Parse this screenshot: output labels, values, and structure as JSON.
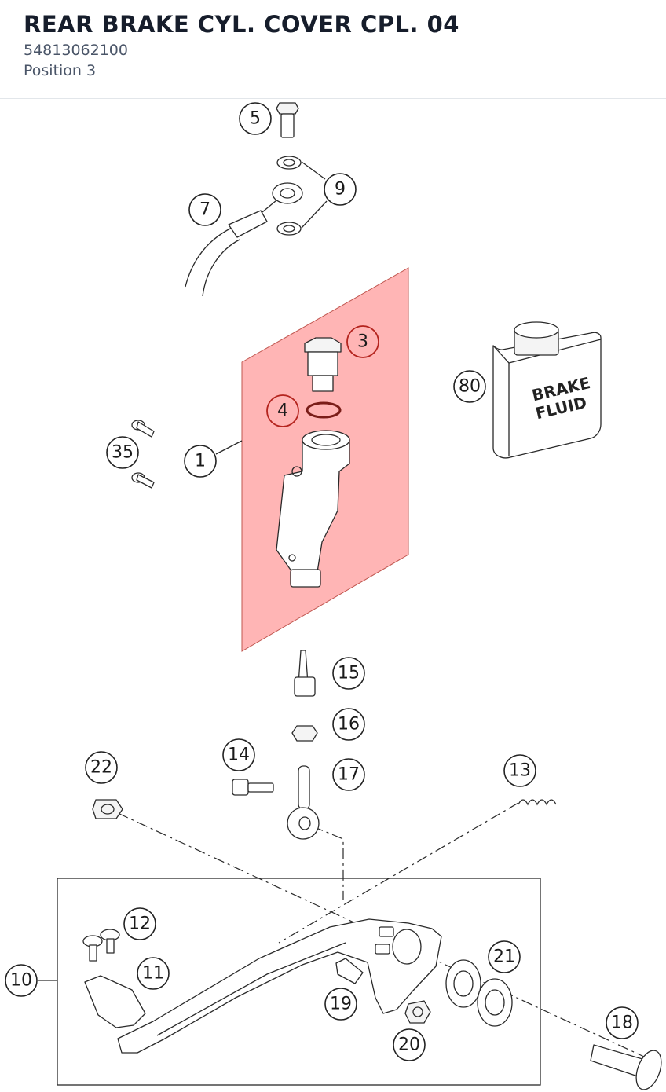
{
  "header": {
    "title": "REAR BRAKE CYL. COVER CPL. 04",
    "part_number": "54813062100",
    "position": "Position 3"
  },
  "diagram": {
    "highlight_color": "#ff9c9c",
    "callouts": [
      "5",
      "9",
      "7",
      "3",
      "80",
      "4",
      "35",
      "1",
      "15",
      "16",
      "14",
      "17",
      "22",
      "13",
      "12",
      "11",
      "10",
      "21",
      "19",
      "18",
      "20"
    ],
    "highlighted_callout": "3",
    "fluid_can_label": [
      "BRAKE",
      "FLUID"
    ]
  }
}
